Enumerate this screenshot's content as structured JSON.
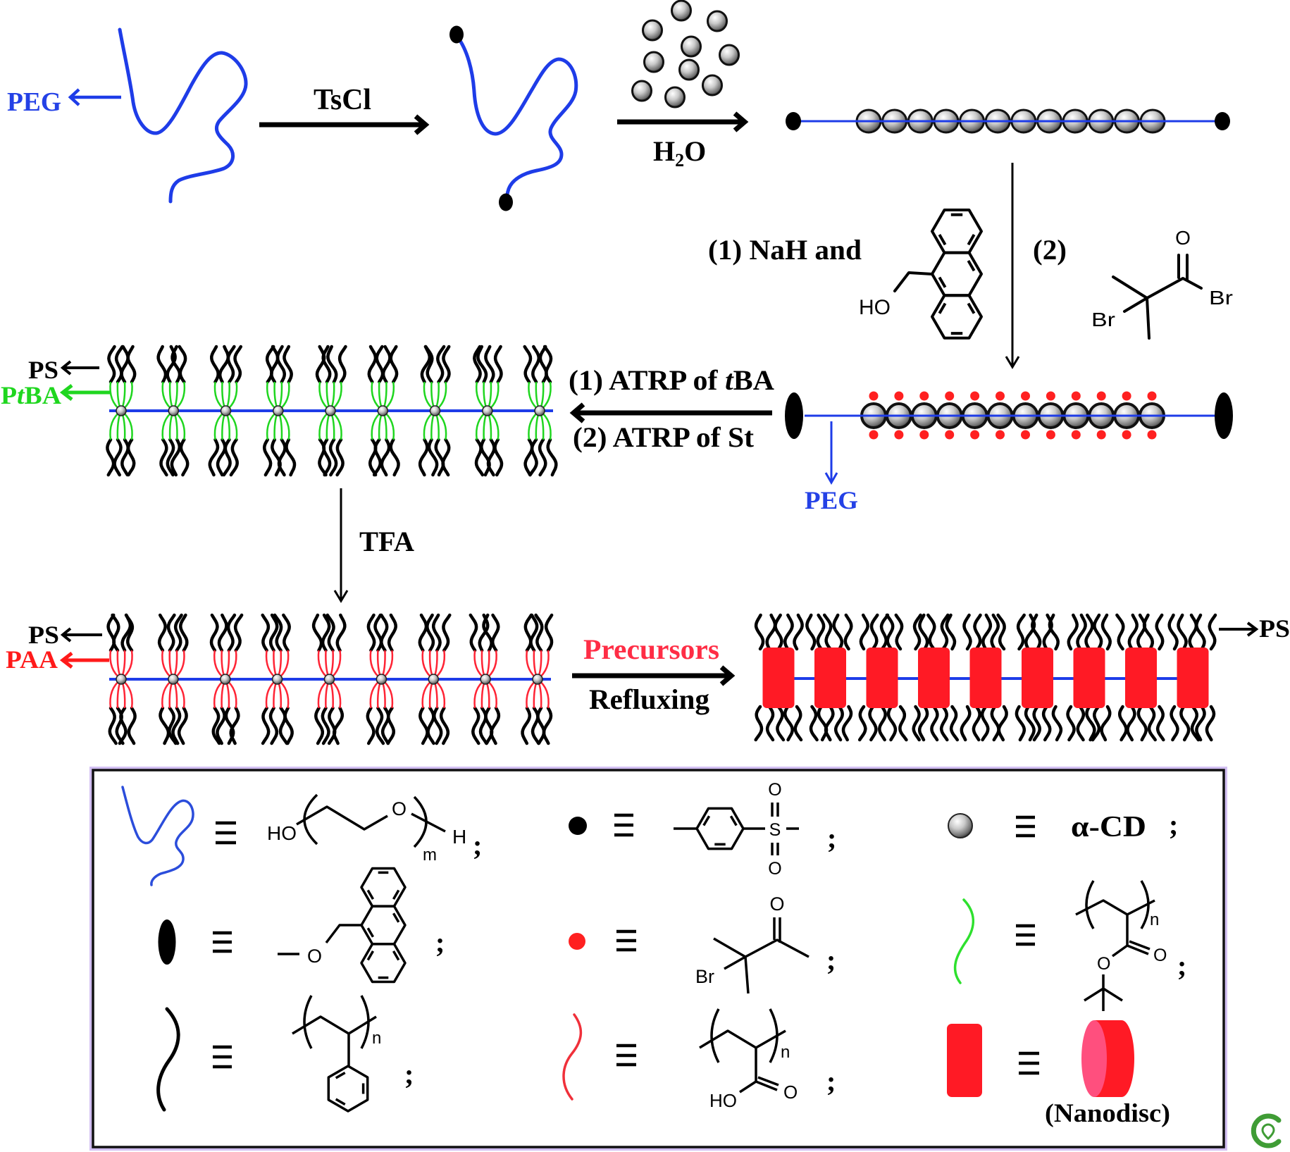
{
  "scheme": {
    "peg_label": "PEG",
    "tscl": "TsCl",
    "h2o": {
      "h": "H",
      "sub": "2",
      "o": "O"
    },
    "reagent1": "(1) NaH and",
    "reagent2": "(2)",
    "anthracene_ho": "HO",
    "acyl": {
      "o": "O",
      "br_left": "Br",
      "br_right": "Br"
    },
    "atrp1": {
      "prefix": "(1) ATRP of ",
      "italic": "t",
      "suffix": "BA"
    },
    "atrp2": "(2) ATRP of St",
    "peg_release": "PEG",
    "brush1": {
      "ps": "PS",
      "ptba": {
        "p": "P",
        "t": "t",
        "ba": "BA"
      }
    },
    "tfa": "TFA",
    "brush2": {
      "ps": "PS",
      "paa": "PAA"
    },
    "precursors": "Precursors",
    "refluxing": "Refluxing",
    "nanodisc_ps": "PS"
  },
  "legend": {
    "equiv": "≡",
    "separator": ";",
    "peg": {
      "icon": "peg-chain-icon",
      "ho": "HO",
      "o": "O",
      "m": "m",
      "h": "H"
    },
    "tosyl": {
      "icon": "tosyl-dot-icon",
      "s": "S",
      "o_top": "O",
      "o_bottom": "O"
    },
    "alpha_cd": {
      "icon": "alpha-cd-sphere-icon",
      "label": "α-CD"
    },
    "anthryl": {
      "icon": "anthryl-stopper-icon",
      "o": "O"
    },
    "bromo": {
      "icon": "initiator-dot-icon",
      "br": "Br",
      "o": "O"
    },
    "ptba": {
      "icon": "ptba-chain-icon",
      "n": "n",
      "o_carbonyl": "O",
      "o_ester": "O"
    },
    "ps": {
      "icon": "ps-chain-icon",
      "n": "n"
    },
    "paa": {
      "icon": "paa-chain-icon",
      "n": "n",
      "o": "O",
      "ho": "HO"
    },
    "nanodisc": {
      "icon": "nanodisc-block-icon",
      "label": "(Nanodisc)"
    }
  },
  "counts": {
    "free_alpha_cd": 10,
    "threaded_alpha_cd": 12,
    "initiator_dots_per_side": 12,
    "brush_nodes": 9,
    "grafts_per_side": 4,
    "nanodiscs": 9,
    "ps_chains_per_nanodisc_side": 5
  },
  "colors": {
    "peg_blue": "#1e3ce8",
    "ptba_green": "#1fd61f",
    "paa_red": "#ff2435",
    "ps_black": "#000000",
    "initiator_red": "#ff2020",
    "nanodisc_red": "#ff1a25",
    "nanodisc_face": "#ff4f7e",
    "precursors_red": "#ff2d45",
    "legend_glow": "#d2bff2",
    "logo_green": "#3f9c35"
  }
}
